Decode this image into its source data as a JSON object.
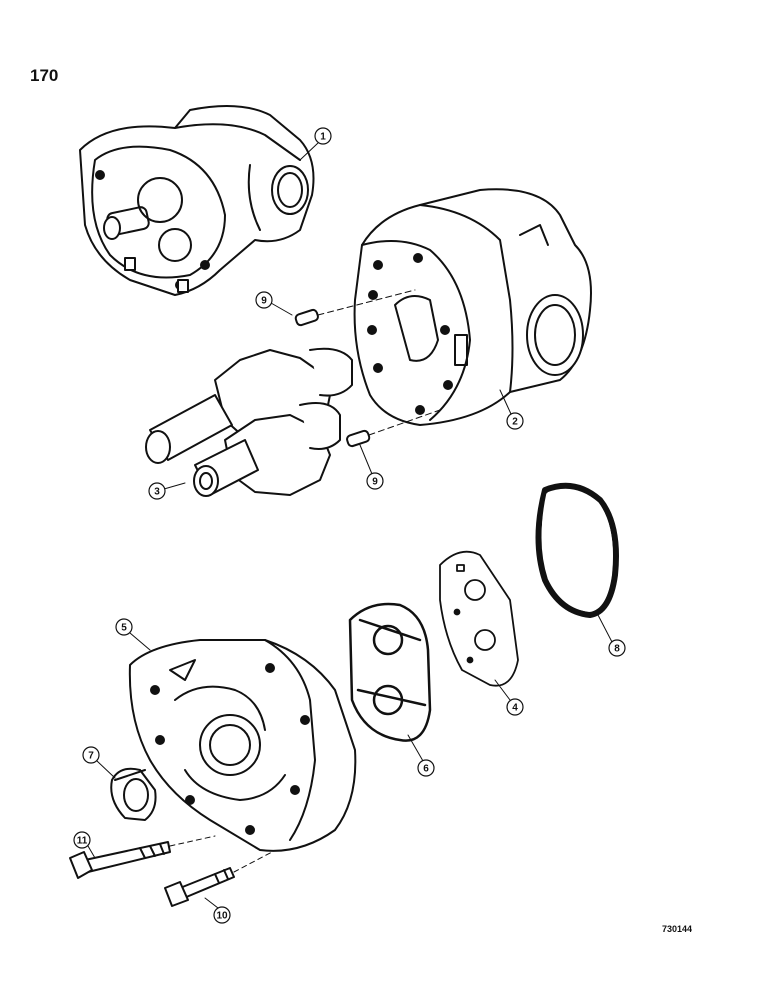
{
  "page": {
    "number": "170",
    "figure_code": "730144"
  },
  "callouts": [
    "1",
    "2",
    "3",
    "4",
    "5",
    "6",
    "7",
    "8",
    "9",
    "9",
    "10",
    "11"
  ],
  "colors": {
    "ink": "#111111",
    "paper": "#ffffff"
  }
}
